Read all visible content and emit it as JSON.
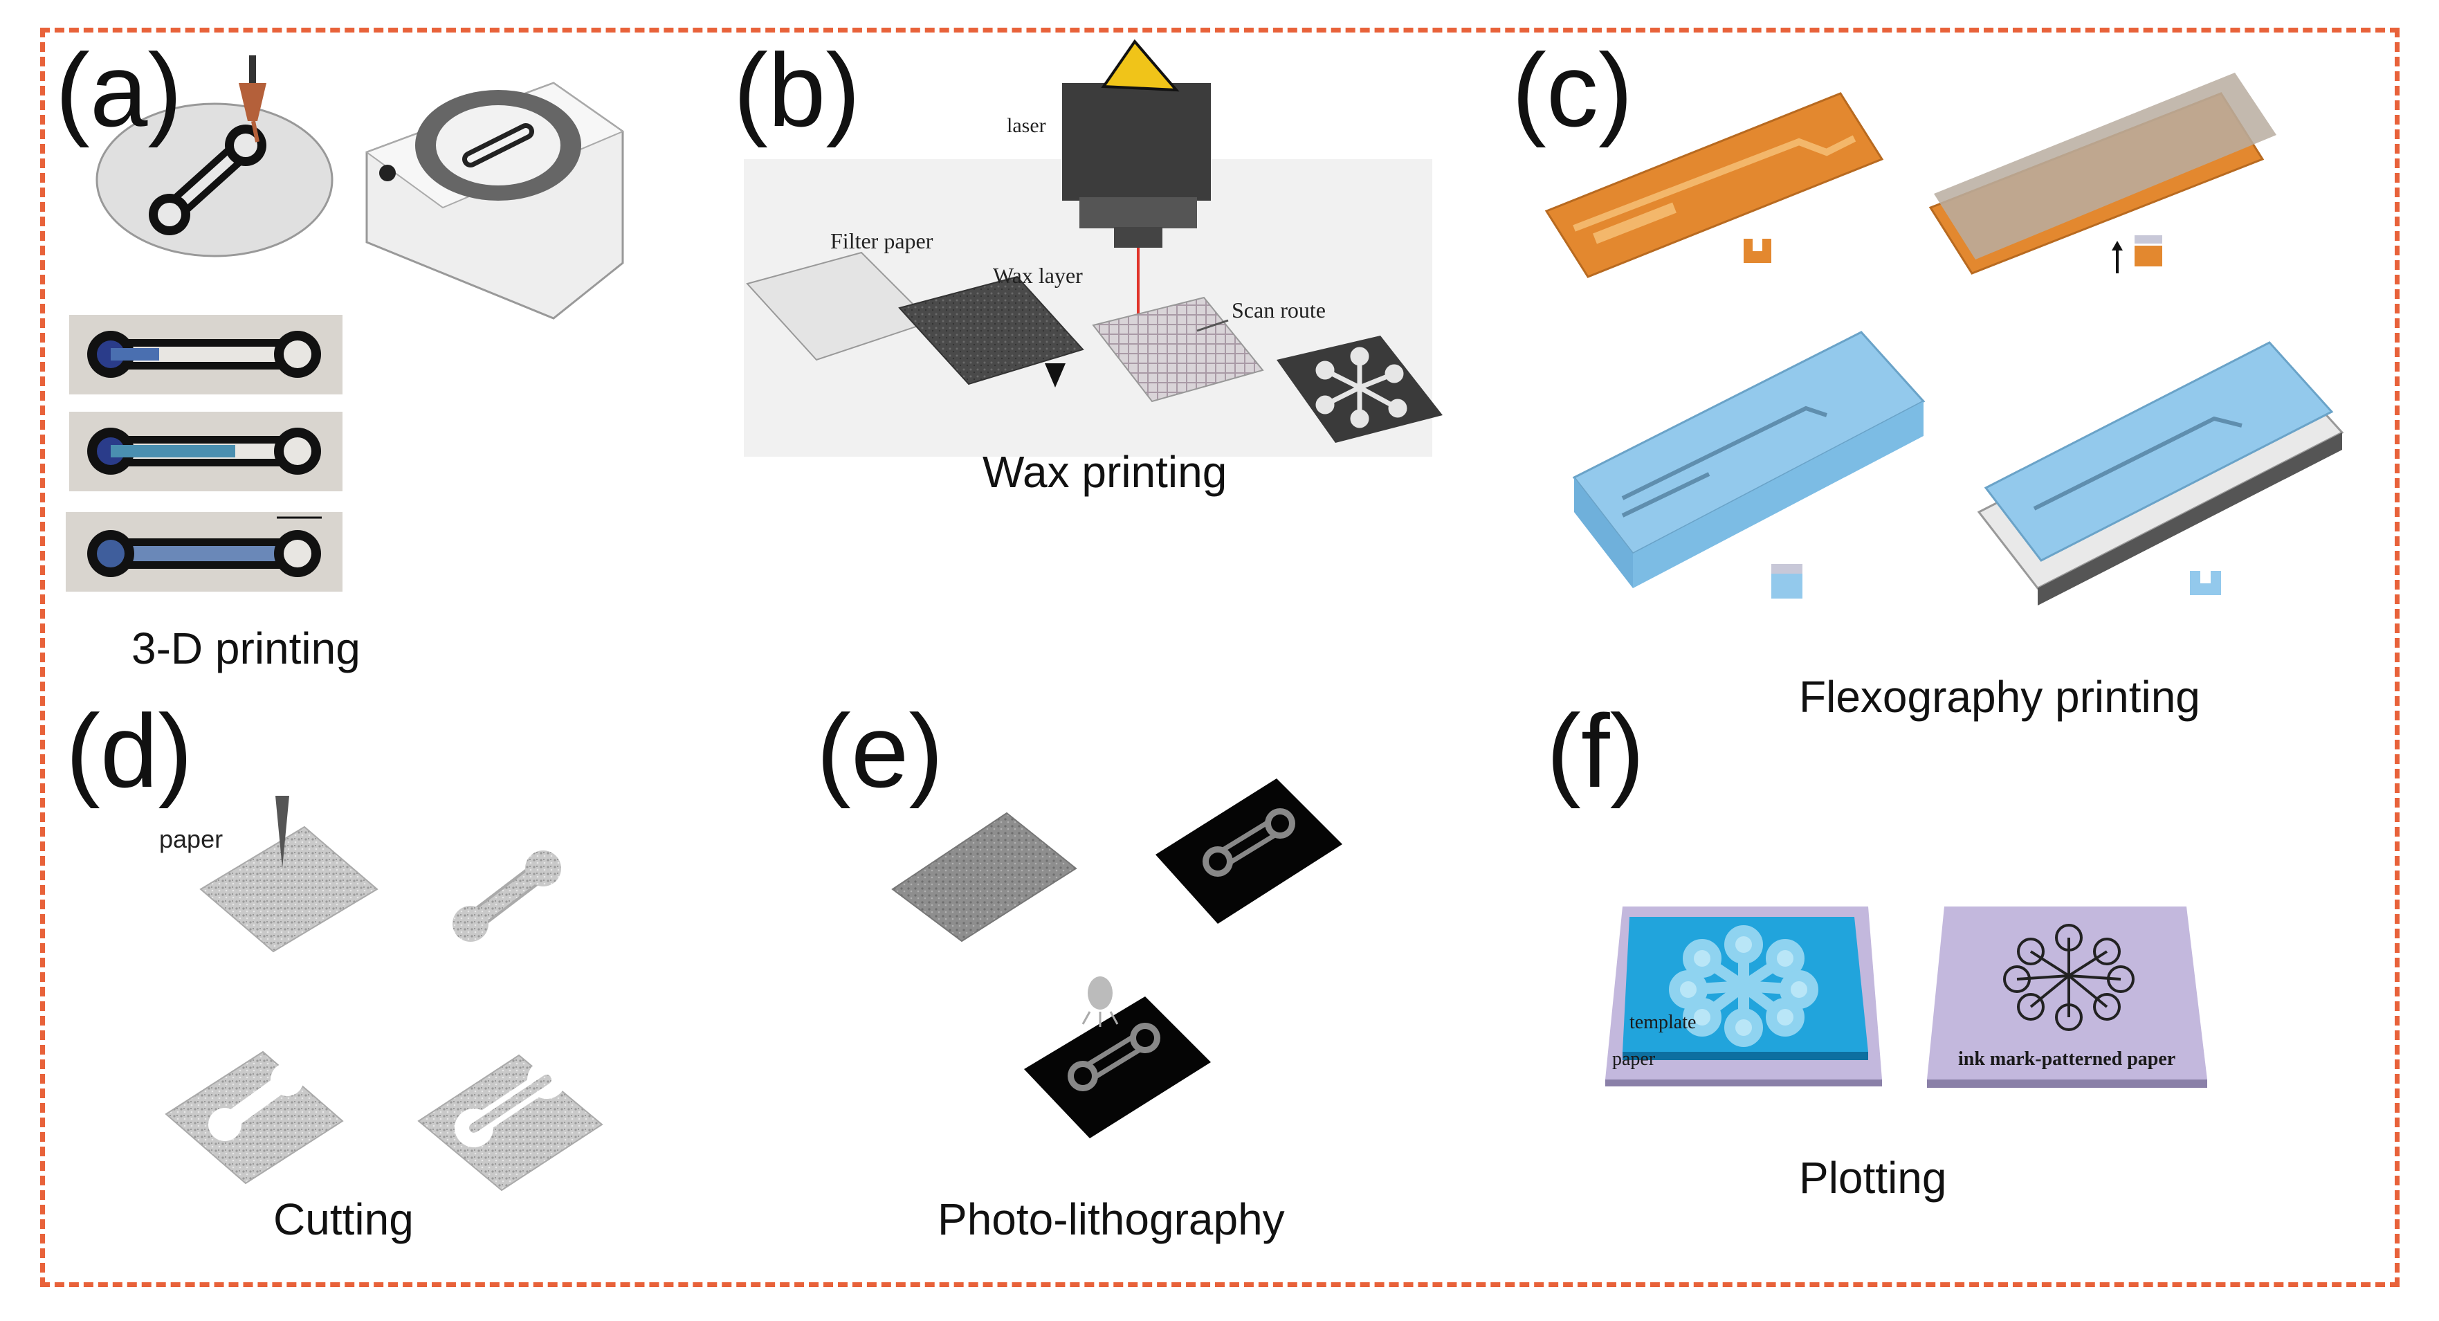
{
  "panels": {
    "a": {
      "letter": "(a)",
      "caption": "3-D printing"
    },
    "b": {
      "letter": "(b)",
      "caption": "Wax printing",
      "labels": {
        "laser": "laser",
        "filter": "Filter paper",
        "wax": "Wax layer",
        "scan": "Scan route"
      }
    },
    "c": {
      "letter": "(c)",
      "caption": "Flexography printing"
    },
    "d": {
      "letter": "(d)",
      "caption": "Cutting",
      "labels": {
        "paper": "paper"
      }
    },
    "e": {
      "letter": "(e)",
      "caption": "Photo-lithography"
    },
    "f": {
      "letter": "(f)",
      "caption": "Plotting",
      "labels": {
        "template": "template",
        "paper": "paper",
        "patterned": "ink mark-patterned paper"
      }
    }
  },
  "colors": {
    "border": "#e8623a",
    "copper": "#e3882f",
    "mold_blue": "#93c9ec",
    "plot_blue": "#21a4dc",
    "plot_purple": "#c3b8dd"
  }
}
